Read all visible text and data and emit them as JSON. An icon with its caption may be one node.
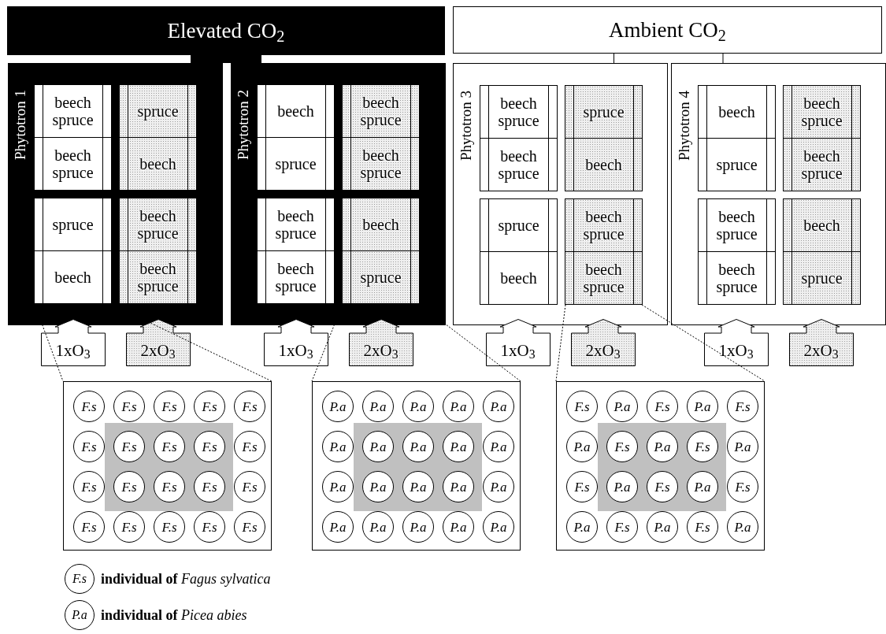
{
  "diagram": {
    "nodes": [
      {
        "text": [
          "Elevated CO$_{2}$"
        ]
      },
      {
        "text": [
          "Ambient CO$_{2}$"
        ]
      },
      {
        "text": [
          "Phytotron 1"
        ]
      },
      {
        "text": [
          "beech spruce"
        ],
        "in": 2
      },
      {
        "text": [
          "spruce"
        ],
        "in": 2
      },
      {
        "text": [
          "beech spruce"
        ],
        "in": 2
      },
      {
        "text": [
          "beech"
        ],
        "in": 2
      },
      {
        "text": [
          "spruce"
        ],
        "in": 2
      },
      {
        "text": [
          "beech spruce"
        ],
        "in": 2
      },
      {
        "text": [
          "beech"
        ],
        "in": 2
      },
      {
        "text": [
          "beech spruce"
        ],
        "in": 2
      },
      {
        "text": [
          "Phytotron 2"
        ]
      },
      {
        "text": [
          "beech"
        ],
        "in": 11
      },
      {
        "text": [
          "beech spruce"
        ],
        "in": 11
      },
      {
        "text": [
          "spruce"
        ],
        "in": 11
      },
      {
        "text": [
          "beech spruce"
        ],
        "in": 11
      },
      {
        "text": [
          "beech spruce"
        ],
        "in": 11
      },
      {
        "text": [
          "beech"
        ],
        "in": 11
      },
      {
        "text": [
          "beech spruce"
        ],
        "in": 11
      },
      {
        "text": [
          "spruce"
        ],
        "in": 11
      },
      {
        "text": [
          "Phytotron 3"
        ]
      },
      {
        "text": [
          "beech spruce"
        ],
        "in": 20
      },
      {
        "text": [
          "spruce"
        ],
        "in": 20
      },
      {
        "text": [
          "beech spruce"
        ],
        "in": 20
      },
      {
        "text": [
          "beech"
        ],
        "in": 20
      },
      {
        "text": [
          "spruce"
        ],
        "in": 20
      },
      {
        "text": [
          "beech spruce"
        ],
        "in": 20
      },
      {
        "text": [
          "beech"
        ],
        "in": 20
      },
      {
        "text": [
          "beech spruce"
        ],
        "in": 20
      },
      {
        "text": [
          "Phytotron 4"
        ]
      },
      {
        "text": [
          "beech"
        ],
        "in": 29
      },
      {
        "text": [
          "beech spruce"
        ],
        "in": 29
      },
      {
        "text": [
          "spruce"
        ],
        "in": 29
      },
      {
        "text": [
          "beech spruce"
        ],
        "in": 29
      },
      {
        "text": [
          "beech spruce"
        ],
        "in": 29
      },
      {
        "text": [
          "beech"
        ],
        "in": 29
      },
      {
        "text": [
          "beech spruce"
        ],
        "in": 29
      },
      {
        "text": [
          "spruce"
        ],
        "in": 29
      },
      {
        "text": [
          "1xO$_{3}$"
        ]
      },
      {
        "text": [
          "2xO$_{3}$"
        ]
      },
      {
        "text": [
          "1xO$_{3}$"
        ]
      },
      {
        "text": [
          "2xO$_{3}$"
        ]
      },
      {
        "text": [
          "1xO$_{3}$"
        ]
      },
      {
        "text": [
          "2xO$_{3}$"
        ]
      },
      {
        "text": [
          "1xO$_{3}$"
        ]
      },
      {
        "text": [
          "2xO$_{3}$"
        ]
      },
      {
        "text": [],
        "shape": "box"
      },
      {
        "text": [
          "F.s"
        ],
        "in": 46
      },
      {
        "text": [
          "F.s"
        ],
        "in": 46
      },
      {
        "text": [
          "F.s"
        ],
        "in": 46
      },
      {
        "text": [
          "F.s"
        ],
        "in": 46
      },
      {
        "text": [
          "F.s"
        ],
        "in": 46
      },
      {
        "text": [
          "F.s"
        ],
        "in": 46
      },
      {
        "text": [
          "F.s"
        ],
        "in": 46
      },
      {
        "text": [
          "F.s"
        ],
        "in": 46
      },
      {
        "text": [
          "F.s"
        ],
        "in": 46
      },
      {
        "text": [
          "F.s"
        ],
        "in": 46
      },
      {
        "text": [
          "F.s"
        ],
        "in": 46
      },
      {
        "text": [
          "F.s"
        ],
        "in": 46
      },
      {
        "text": [
          "F.s"
        ],
        "in": 46
      },
      {
        "text": [
          "F.s"
        ],
        "in": 46
      },
      {
        "text": [
          "F.s"
        ],
        "in": 46
      },
      {
        "text": [
          "F.s"
        ],
        "in": 46
      },
      {
        "text": [
          "F.s"
        ],
        "in": 46
      },
      {
        "text": [
          "F.s"
        ],
        "in": 46
      },
      {
        "text": [
          "F.s"
        ],
        "in": 46
      },
      {
        "text": [
          "F.s"
        ],
        "in": 46
      },
      {
        "text": [],
        "shape": "box"
      },
      {
        "text": [
          "P.a"
        ],
        "in": 67
      },
      {
        "text": [
          "P.a"
        ],
        "in": 67
      },
      {
        "text": [
          "P.a"
        ],
        "in": 67
      },
      {
        "text": [
          "P.a"
        ],
        "in": 67
      },
      {
        "text": [
          "P.a"
        ],
        "in": 67
      },
      {
        "text": [
          "P.a"
        ],
        "in": 67
      },
      {
        "text": [
          "P.a"
        ],
        "in": 67
      },
      {
        "text": [
          "P.a"
        ],
        "in": 67
      },
      {
        "text": [
          "P.a"
        ],
        "in": 67
      },
      {
        "text": [
          "P.a"
        ],
        "in": 67
      },
      {
        "text": [
          "P.a"
        ],
        "in": 67
      },
      {
        "text": [
          "P.a"
        ],
        "in": 67
      },
      {
        "text": [
          "P.a"
        ],
        "in": 67
      },
      {
        "text": [
          "P.a"
        ],
        "in": 67
      },
      {
        "text": [
          "P.a"
        ],
        "in": 67
      },
      {
        "text": [
          "P.a"
        ],
        "in": 67
      },
      {
        "text": [
          "P.a"
        ],
        "in": 67
      },
      {
        "text": [
          "P.a"
        ],
        "in": 67
      },
      {
        "text": [
          "P.a"
        ],
        "in": 67
      },
      {
        "text": [
          "P.a"
        ],
        "in": 67
      },
      {
        "text": [],
        "shape": "box"
      },
      {
        "text": [
          "F.s"
        ],
        "in": 88
      },
      {
        "text": [
          "P.a"
        ],
        "in": 88
      },
      {
        "text": [
          "F.s"
        ],
        "in": 88
      },
      {
        "text": [
          "P.a"
        ],
        "in": 88
      },
      {
        "text": [
          "F.s"
        ],
        "in": 88
      },
      {
        "text": [
          "P.a"
        ],
        "in": 88
      },
      {
        "text": [
          "F.s"
        ],
        "in": 88
      },
      {
        "text": [
          "P.a"
        ],
        "in": 88
      },
      {
        "text": [
          "F.s"
        ],
        "in": 88
      },
      {
        "text": [
          "P.a"
        ],
        "in": 88
      },
      {
        "text": [
          "F.s"
        ],
        "in": 88
      },
      {
        "text": [
          "P.a"
        ],
        "in": 88
      },
      {
        "text": [
          "F.s"
        ],
        "in": 88
      },
      {
        "text": [
          "P.a"
        ],
        "in": 88
      },
      {
        "text": [
          "F.s"
        ],
        "in": 88
      },
      {
        "text": [
          "P.a"
        ],
        "in": 88
      },
      {
        "text": [
          "F.s"
        ],
        "in": 88
      },
      {
        "text": [
          "P.a"
        ],
        "in": 88
      },
      {
        "text": [
          "F.s"
        ],
        "in": 88
      },
      {
        "text": [
          "P.a"
        ],
        "in": 88
      }
    ],
    "edges": [
      {
        "from": 0,
        "to": 2,
        "arrow": "none",
        "style": "thick"
      },
      {
        "from": 0,
        "to": 11,
        "arrow": "none",
        "style": "thick"
      },
      {
        "from": 1,
        "to": 20,
        "arrow": "none"
      },
      {
        "from": 1,
        "to": 29,
        "arrow": "none"
      },
      {
        "from": 9,
        "to": 46,
        "arrow": "none",
        "style": "dashed"
      },
      {
        "from": 19,
        "to": 67,
        "arrow": "none",
        "style": "dashed"
      },
      {
        "from": 28,
        "to": 88,
        "arrow": "none",
        "style": "dashed"
      }
    ],
    "labels": [
      "F.s",
      "P.a"
    ],
    "legend": [
      {
        "text": "**individual of** *Fagus sylvatica*"
      },
      {
        "text": "**individual of** *Picea abies*"
      }
    ]
  }
}
